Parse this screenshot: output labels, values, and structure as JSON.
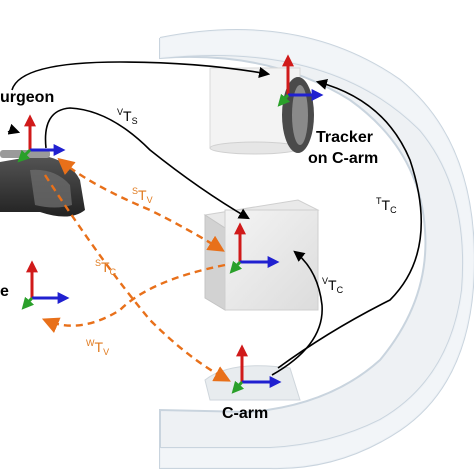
{
  "labels": {
    "surgeon": "urgeon",
    "tracker_line1": "Tracker",
    "tracker_line2": "on C-arm",
    "world_fragment": "e",
    "carm": "C-arm"
  },
  "transforms": {
    "vts": {
      "sup": "V",
      "base": "T",
      "sub": "S"
    },
    "stv": {
      "sup": "S",
      "base": "T",
      "sub": "V"
    },
    "stc": {
      "sup": "S",
      "base": "T",
      "sub": "C"
    },
    "wtv": {
      "sup": "W",
      "base": "T",
      "sub": "V"
    },
    "ttc": {
      "sup": "T",
      "base": "T",
      "sub": "C"
    },
    "vtc": {
      "sup": "V",
      "base": "T",
      "sub": "C"
    }
  },
  "colors": {
    "axis_x": "#2020d0",
    "axis_y": "#d01a1a",
    "axis_z": "#2aa02a",
    "arrow_black": "#000000",
    "arrow_orange": "#e8701a",
    "carm_body": "#eef1f4",
    "carm_edge": "#c9d4de"
  },
  "icons": [
    "coordinate-frame-icon",
    "hololens-headset-icon",
    "tracker-device-icon",
    "phantom-cube-icon",
    "carm-arc-icon"
  ]
}
